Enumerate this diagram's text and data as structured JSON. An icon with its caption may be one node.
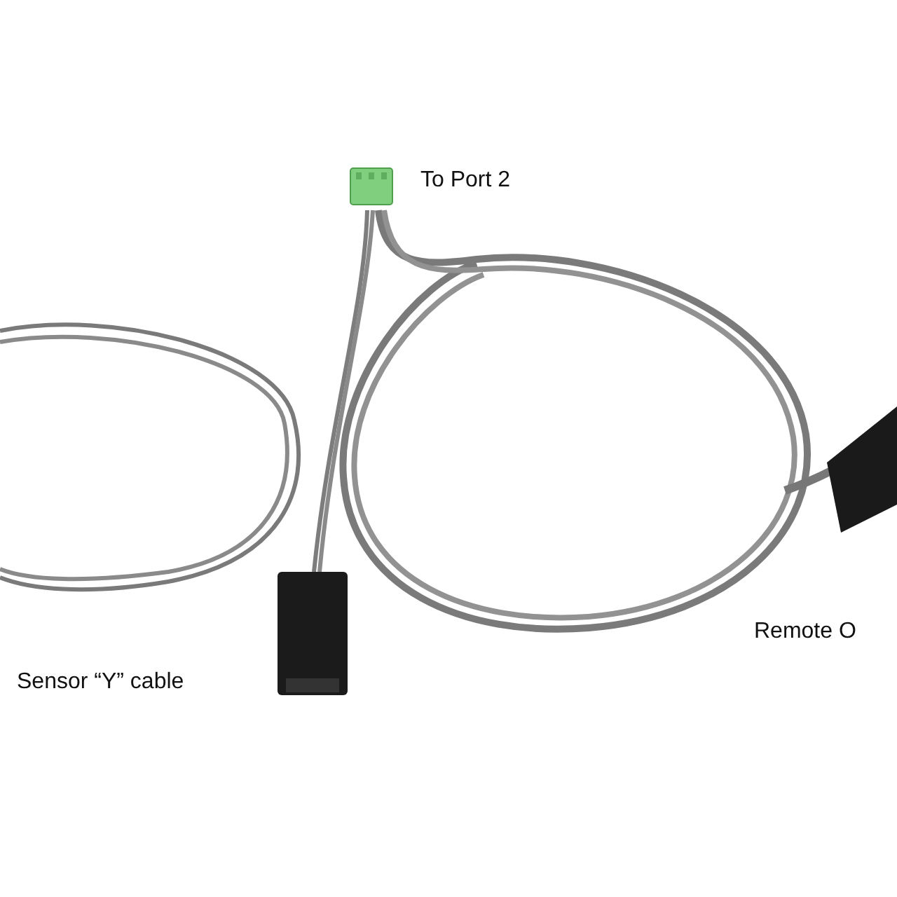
{
  "diagram": {
    "labels": [
      "To Port 2",
      "Sensor “Y” cable",
      "Remote O"
    ]
  }
}
